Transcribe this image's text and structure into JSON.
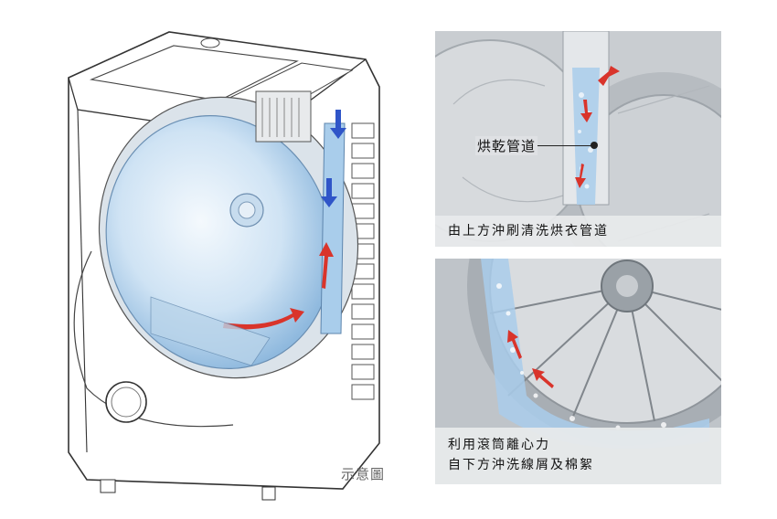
{
  "illustration": {
    "note": "示意圖"
  },
  "panel_top": {
    "callout": "烘乾管道",
    "caption": "由上方沖刷清洗烘衣管道"
  },
  "panel_bottom": {
    "caption_line1": "利用滾筒離心力",
    "caption_line2": "自下方沖洗線屑及棉絮"
  },
  "colors": {
    "flow_arrow": "#d9342b",
    "downward_arrow": "#2f55c8",
    "water": "#8fc4ea",
    "drum_blue": "#cfe3f4"
  },
  "icons": [
    "red-flow-arrow-icon",
    "blue-flow-arrow-icon"
  ]
}
